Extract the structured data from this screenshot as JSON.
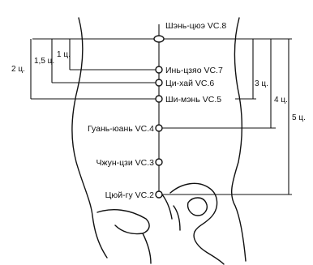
{
  "points": [
    {
      "id": "vc8",
      "label": "Шэнь-цюэ VC.8"
    },
    {
      "id": "vc7",
      "label": "Инь-цзяо VC.7"
    },
    {
      "id": "vc6",
      "label": "Ци-хай VC.6"
    },
    {
      "id": "vc5",
      "label": "Ши-мэнь VC.5"
    },
    {
      "id": "vc4",
      "label": "Гуань-юань VC.4"
    },
    {
      "id": "vc3",
      "label": "Чжун-цзи VC.3"
    },
    {
      "id": "vc2",
      "label": "Цюй-гу VC.2"
    }
  ],
  "dimensions": {
    "d1": "1 ц.",
    "d15": "1,5 ц.",
    "d2": "2 ц.",
    "d3": "3 ц.",
    "d4": "4 ц.",
    "d5": "5 ц."
  }
}
